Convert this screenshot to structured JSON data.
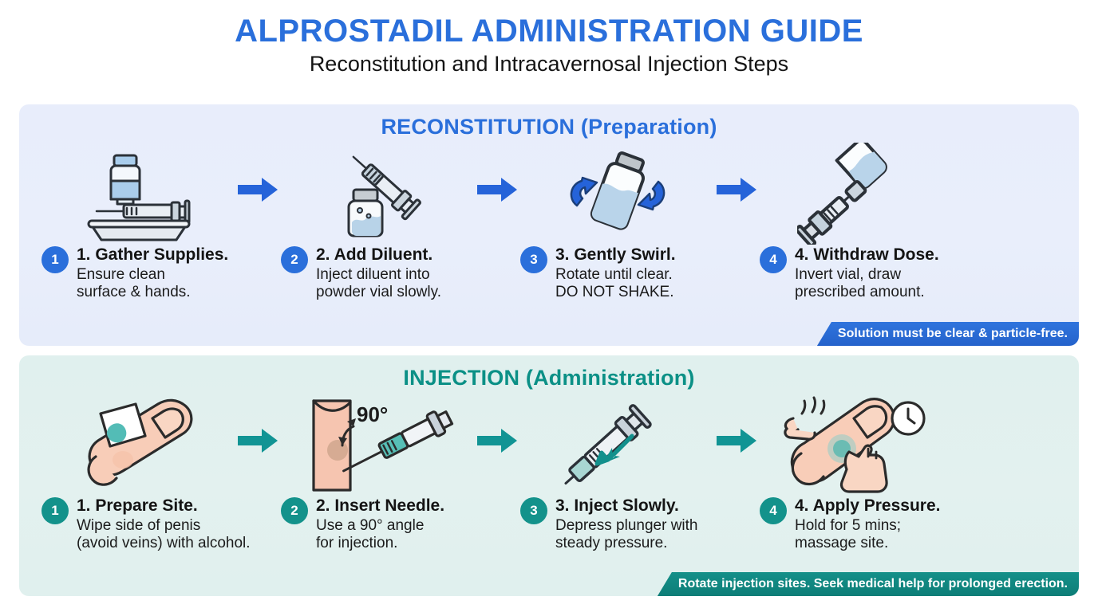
{
  "header": {
    "title": "ALPROSTADIL ADMINISTRATION GUIDE",
    "subtitle": "Reconstitution and Intracavernosal Injection Steps"
  },
  "colors": {
    "blue_accent": "#2a6fdb",
    "teal_accent": "#0b9086",
    "blue_panel_bg": "#e8edfb",
    "teal_panel_bg": "#e0f0ee",
    "badge_blue": "#2a6fdb",
    "badge_teal": "#13928b",
    "arrow_blue": "#2563d9",
    "arrow_teal": "#119494",
    "note_blue": "#2462cb",
    "note_teal": "#0d7d77"
  },
  "panels": [
    {
      "id": "reconstitution",
      "title": "RECONSTITUTION (Preparation)",
      "note": "Solution must be clear & particle-free.",
      "steps": [
        {
          "number": "1",
          "heading": "1. Gather Supplies.",
          "description": "Ensure clean\nsurface & hands.",
          "icon": "vial-syringe-tray-icon"
        },
        {
          "number": "2",
          "heading": "2. Add Diluent.",
          "description": "Inject diluent into\npowder vial slowly.",
          "icon": "syringe-into-vial-icon"
        },
        {
          "number": "3",
          "heading": "3. Gently Swirl.",
          "description": "Rotate until clear.\nDO NOT SHAKE.",
          "icon": "vial-rotate-arrows-icon"
        },
        {
          "number": "4",
          "heading": "4. Withdraw Dose.",
          "description": "Invert vial, draw\nprescribed amount.",
          "icon": "inverted-vial-withdraw-icon"
        }
      ]
    },
    {
      "id": "injection",
      "title": "INJECTION (Administration)",
      "note": "Rotate injection sites. Seek medical help for prolonged erection.",
      "steps": [
        {
          "number": "1",
          "heading": "1. Prepare Site.",
          "description": "Wipe side of penis\n(avoid veins) with alcohol.",
          "icon": "alcohol-wipe-site-icon"
        },
        {
          "number": "2",
          "heading": "2. Insert Needle.",
          "description": "Use a 90° angle\nfor injection.",
          "icon": "needle-angle-icon",
          "annotation": "90°"
        },
        {
          "number": "3",
          "heading": "3. Inject Slowly.",
          "description": "Depress plunger with\nsteady pressure.",
          "icon": "syringe-depress-plunger-icon"
        },
        {
          "number": "4",
          "heading": "4. Apply Pressure.",
          "description": "Hold for 5 mins;\nmassage site.",
          "icon": "hand-pressure-clock-icon"
        }
      ]
    }
  ]
}
